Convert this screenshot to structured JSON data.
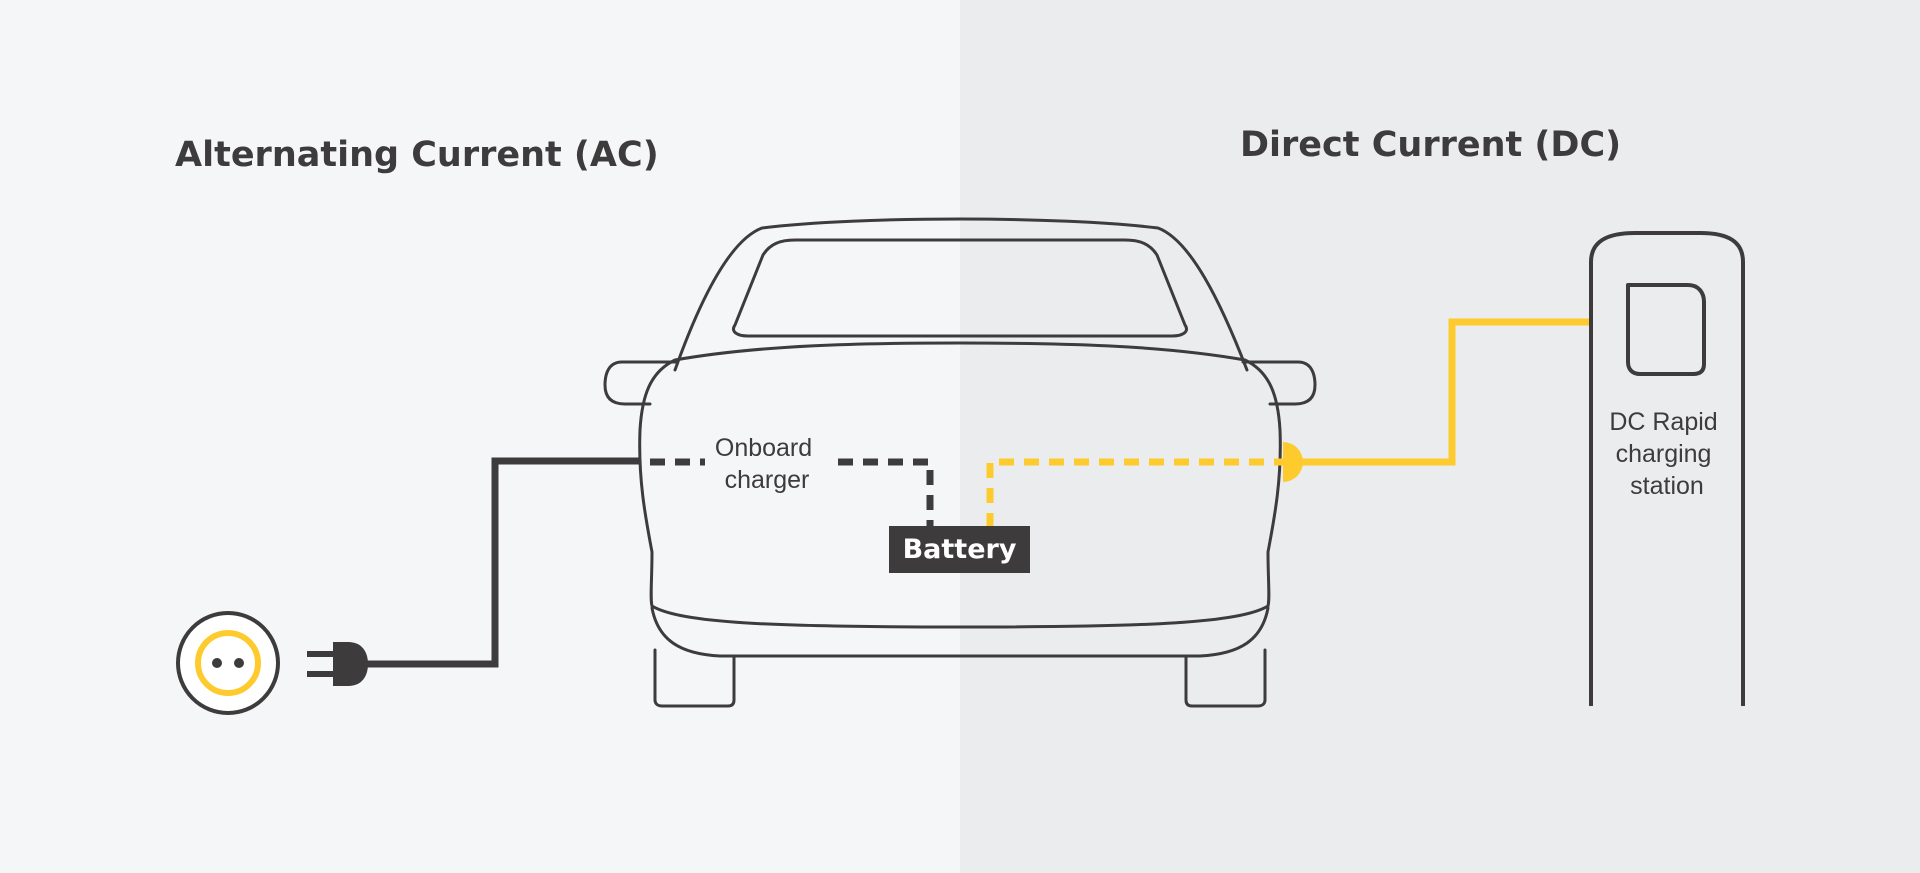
{
  "ac": {
    "heading": "Alternating Current (AC)",
    "onboard_charger_label": [
      "Onboard",
      "charger"
    ]
  },
  "dc": {
    "heading": "Direct Current (DC)",
    "station_label": [
      "DC Rapid",
      "charging",
      "station"
    ]
  },
  "battery_label": "Battery",
  "icons": {
    "outlet": "wall-socket-icon",
    "plug": "ac-plug-icon",
    "car": "car-front-icon",
    "station": "charging-station-icon"
  },
  "colors": {
    "left_background": "#f5f6f8",
    "right_background": "#ebecee",
    "ac_line": "#3d3b3c",
    "dc_line": "#fecb2f",
    "outline": "#3d3b3c",
    "battery_fill": "#3d3b3c"
  }
}
